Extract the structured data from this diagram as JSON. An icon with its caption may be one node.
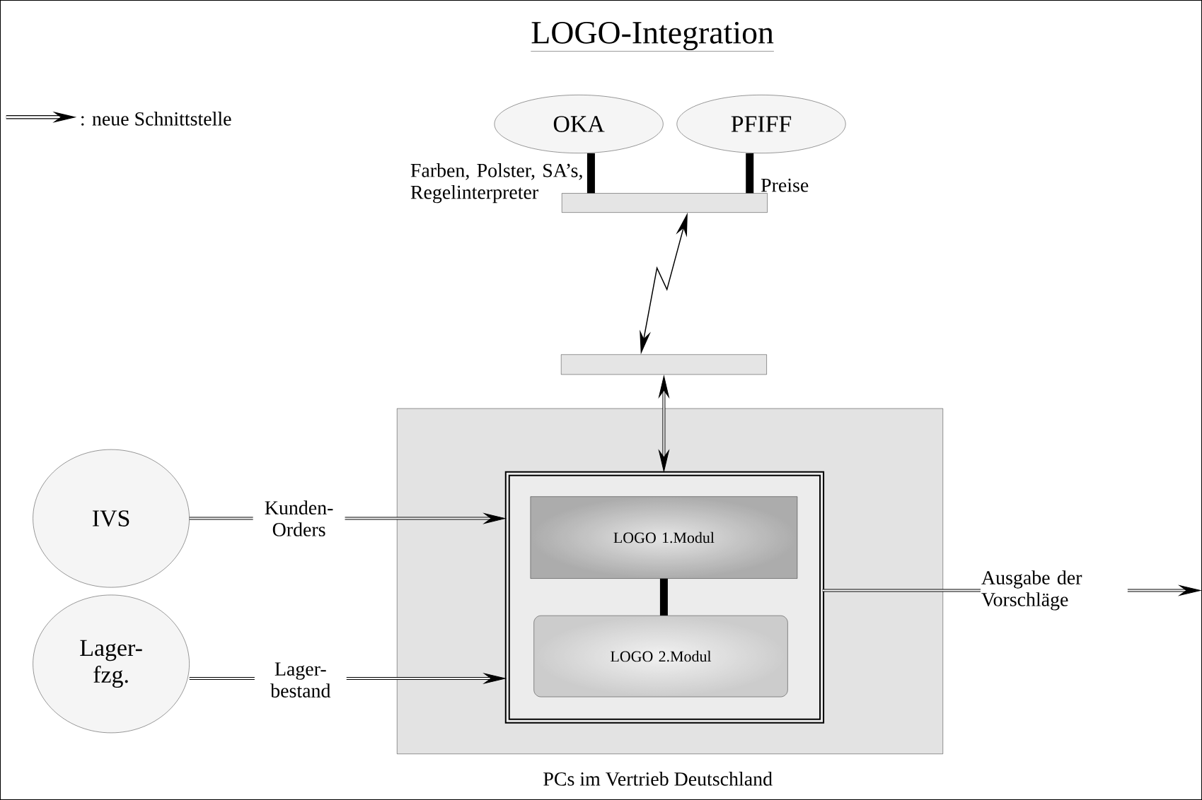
{
  "diagram": {
    "title": "LOGO-Integration",
    "nodes": [
      {
        "text": [
          "OKA"
        ],
        "beside": [
          "Farben, Polster, SA’s, Regelinterpreter"
        ]
      },
      {
        "text": [
          "PFIFF"
        ]
      },
      {
        "text": [],
        "shape": "bar"
      },
      {
        "text": [],
        "shape": "bar"
      },
      {
        "text": [
          "PCs im Vertrieb Deutschland"
        ]
      },
      {
        "text": [],
        "shape": "box",
        "in": 4
      },
      {
        "text": [
          "LOGO  1.Modul"
        ],
        "in": 5
      },
      {
        "text": [
          "LOGO  2.Modul"
        ],
        "in": 5
      },
      {
        "text": [
          "IVS"
        ]
      },
      {
        "text": [
          "Lager- fzg."
        ]
      }
    ],
    "edges": [
      {
        "from": 0,
        "to": 2,
        "arrow": "none",
        "style": "thick"
      },
      {
        "from": 1,
        "to": 2,
        "arrow": "none",
        "style": "thick"
      },
      {
        "from": 2,
        "to": 3,
        "arrow": "both"
      },
      {
        "from": 3,
        "to": 5,
        "arrow": "both"
      },
      {
        "from": 8,
        "to": 5,
        "arrow": "to",
        "label": "Kunden- Orders"
      },
      {
        "from": 9,
        "to": 5,
        "arrow": "to",
        "label": "Lager- bestand"
      },
      {
        "from": 5,
        "to": null,
        "arrow": "to",
        "label": "Ausgabe der Vorschläge"
      },
      {
        "from": 6,
        "to": 7,
        "arrow": "none",
        "style": "thick"
      }
    ],
    "labels": [
      "Preise"
    ],
    "legend": [
      {
        "text": ": neue Schnittstelle"
      }
    ]
  }
}
